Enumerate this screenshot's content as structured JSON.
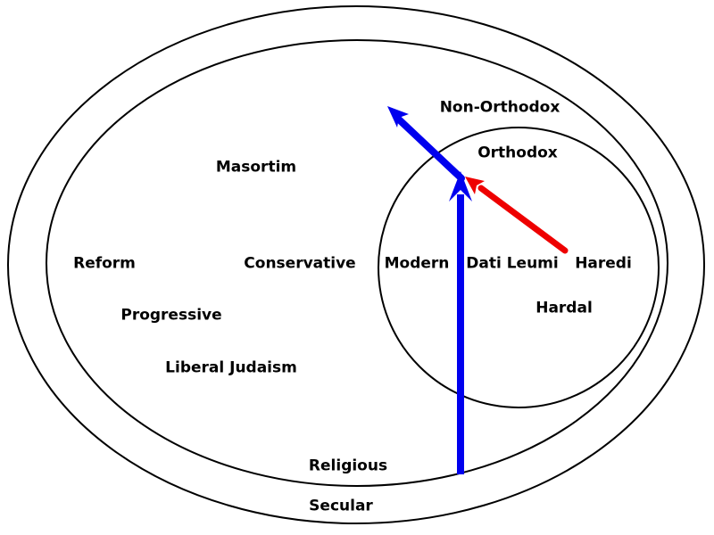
{
  "diagram": {
    "rings": {
      "secular_label": "Secular",
      "religious_label": "Religious"
    },
    "non_orthodox": {
      "region_label": "Non-Orthodox",
      "groups": {
        "masortim": "Masortim",
        "reform": "Reform",
        "conservative": "Conservative",
        "progressive": "Progressive",
        "liberal_judaism": "Liberal Judaism"
      }
    },
    "orthodox": {
      "region_label": "Orthodox",
      "groups": {
        "modern": "Modern",
        "dati_leumi": "Dati Leumi",
        "haredi": "Haredi",
        "hardal": "Hardal"
      }
    },
    "arrows": {
      "blue_arrow": "upward arrow from Religious boundary through Orthodox circle toward Non-Orthodox",
      "red_arrow": "arrow from Haredi toward top of Orthodox circle"
    }
  },
  "colors": {
    "outline": "#000000",
    "arrow_blue": "#0000ee",
    "arrow_red": "#ee0000",
    "background": "#ffffff",
    "text": "#000000"
  }
}
